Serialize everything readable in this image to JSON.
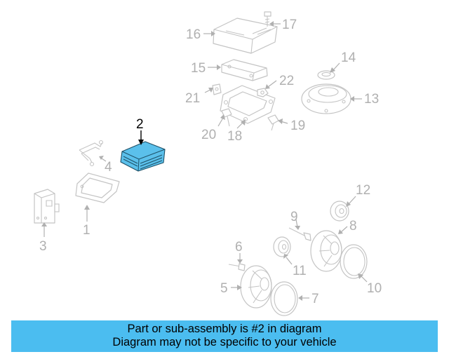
{
  "diagram": {
    "highlight_color": "#5bc0eb",
    "callouts": {
      "c1": "1",
      "c2": "2",
      "c3": "3",
      "c4": "4",
      "c5": "5",
      "c6": "6",
      "c7": "7",
      "c8": "8",
      "c9": "9",
      "c10": "10",
      "c11": "11",
      "c12": "12",
      "c13": "13",
      "c14": "14",
      "c15": "15",
      "c16": "16",
      "c17": "17",
      "c18": "18",
      "c19": "19",
      "c20": "20",
      "c21": "21",
      "c22": "22"
    }
  },
  "footer": {
    "background": "#4bbdf0",
    "line1": "Part or sub-assembly is #2 in diagram",
    "line2": "Diagram may not be specific to your vehicle"
  }
}
